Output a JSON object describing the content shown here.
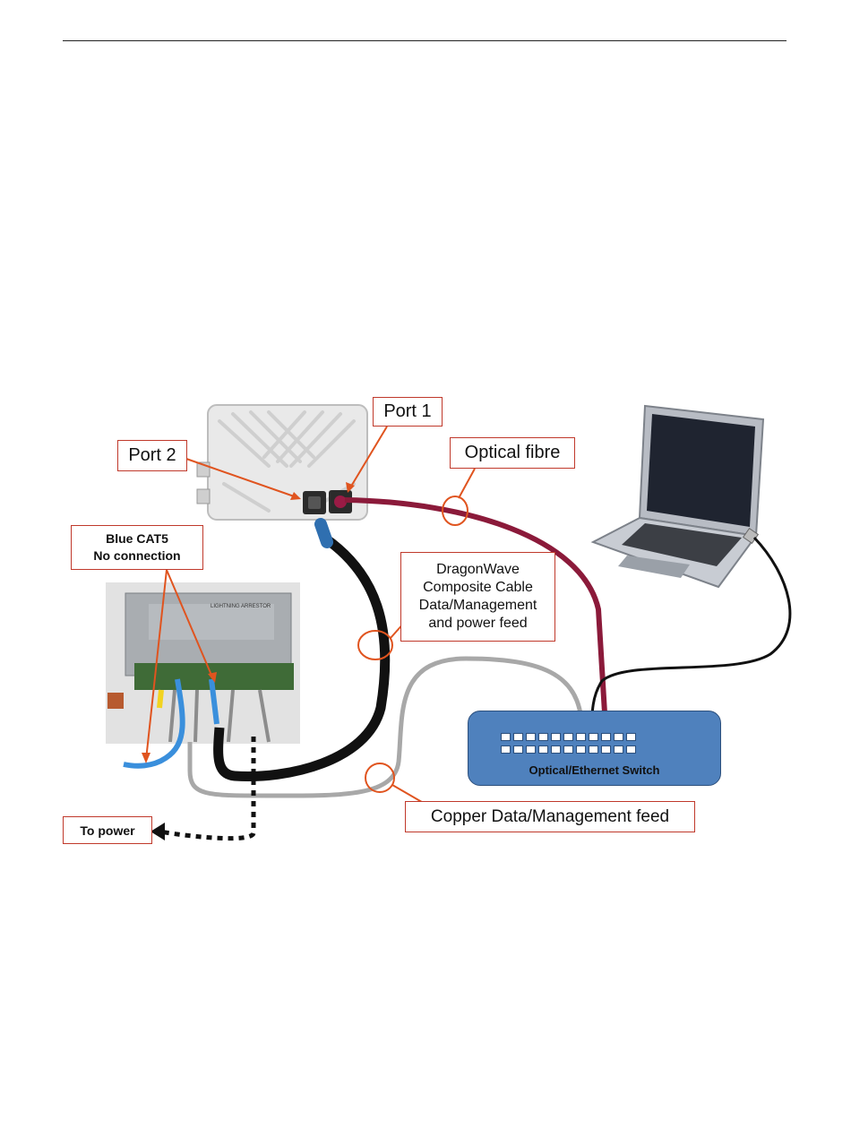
{
  "labels": {
    "port1": "Port 1",
    "port2": "Port 2",
    "optical_fibre": "Optical fibre",
    "blue_cat5": "Blue CAT5\nNo connection",
    "composite_cable": "DragonWave\nComposite Cable\nData/Management\nand power feed",
    "copper_feed": "Copper Data/Management feed",
    "to_power": "To power",
    "switch": "Optical/Ethernet Switch",
    "arrestor_brand": "LIGHTNING ARRESTOR"
  },
  "colors": {
    "callout_border": "#c0392b",
    "callout_arrow": "#e0541f",
    "switch_fill": "#4f81bd",
    "fibre_cable": "#8b1a3a",
    "composite_cable": "#111111",
    "copper_cable": "#a8a8a8",
    "blue_cat5": "#3a8fdc"
  }
}
